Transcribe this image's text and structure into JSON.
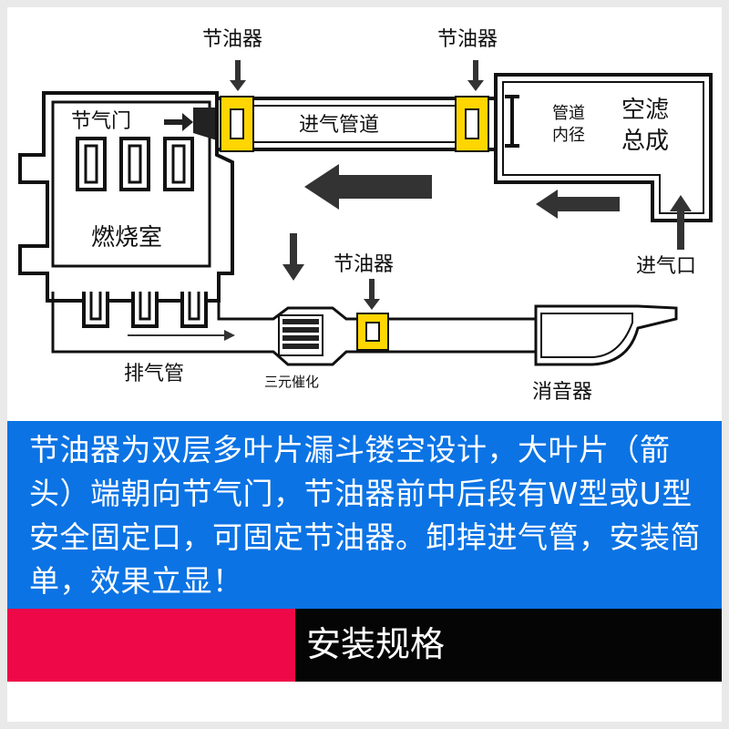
{
  "diagram": {
    "labels": {
      "saver_top_left": "节油器",
      "saver_top_right": "节油器",
      "saver_bottom": "节油器",
      "throttle": "节气门",
      "intake_pipe": "进气管道",
      "pipe_diameter_line1": "管道",
      "pipe_diameter_line2": "内径",
      "air_filter_line1": "空滤",
      "air_filter_line2": "总成",
      "combustion_chamber": "燃烧室",
      "air_inlet": "进气口",
      "exhaust_pipe": "排气管",
      "catalytic_converter": "三元催化",
      "muffler": "消音器"
    }
  },
  "description": {
    "text": "节油器为双层多叶片漏斗镂空设计，大叶片（箭头）端朝向节气门，节油器前中后段有W型或U型安全固定口，可固定节油器。卸掉进气管，安装简单，效果立显！"
  },
  "footer": {
    "title": "安装规格"
  },
  "colors": {
    "banner_blue": "#0b73e4",
    "footer_red": "#ef0848",
    "footer_black": "#050505",
    "saver_yellow": "#ffd600"
  }
}
